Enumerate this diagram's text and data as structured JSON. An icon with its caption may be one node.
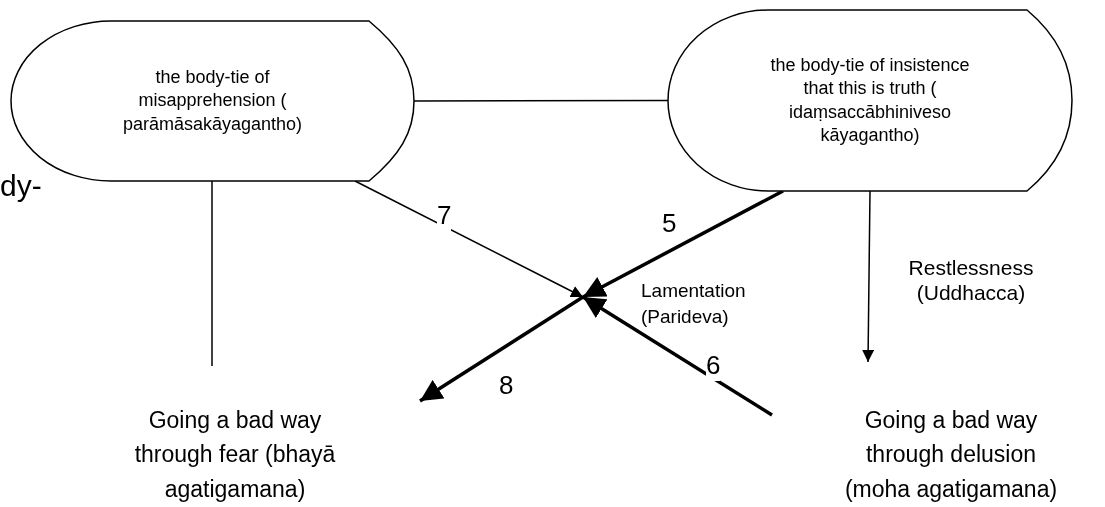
{
  "diagram": {
    "nodes": [
      {
        "text": [
          "the body-tie of misapprehension ( parāmāsakāyagantho)"
        ]
      },
      {
        "text": [
          "the body-tie of insistence that this is truth ( idaṃsaccābhiniveso kāyagantho)"
        ]
      },
      {
        "text": [
          "Going a bad way through fear (bhayā agatigamana)"
        ]
      },
      {
        "text": [
          "Going a bad way through delusion (moha agatigamana)"
        ]
      },
      {
        "text": [
          "Lamentation (Parideva)"
        ]
      }
    ],
    "edges": [
      {
        "from": 0,
        "to": 1,
        "arrow": "none"
      },
      {
        "from": 0,
        "to": 2,
        "arrow": "none"
      },
      {
        "from": 0,
        "to": 4,
        "arrow": "to",
        "label": "7"
      },
      {
        "from": 1,
        "to": 4,
        "arrow": "to",
        "label": "5",
        "style": "thick"
      },
      {
        "from": 3,
        "to": 4,
        "arrow": "to",
        "label": "6",
        "style": "thick"
      },
      {
        "from": 4,
        "to": 2,
        "arrow": "to",
        "label": "8",
        "style": "thick"
      },
      {
        "from": 1,
        "to": 3,
        "arrow": "to",
        "label": "Restlessness (Uddhacca)"
      }
    ],
    "labels": [
      "dy-"
    ]
  }
}
